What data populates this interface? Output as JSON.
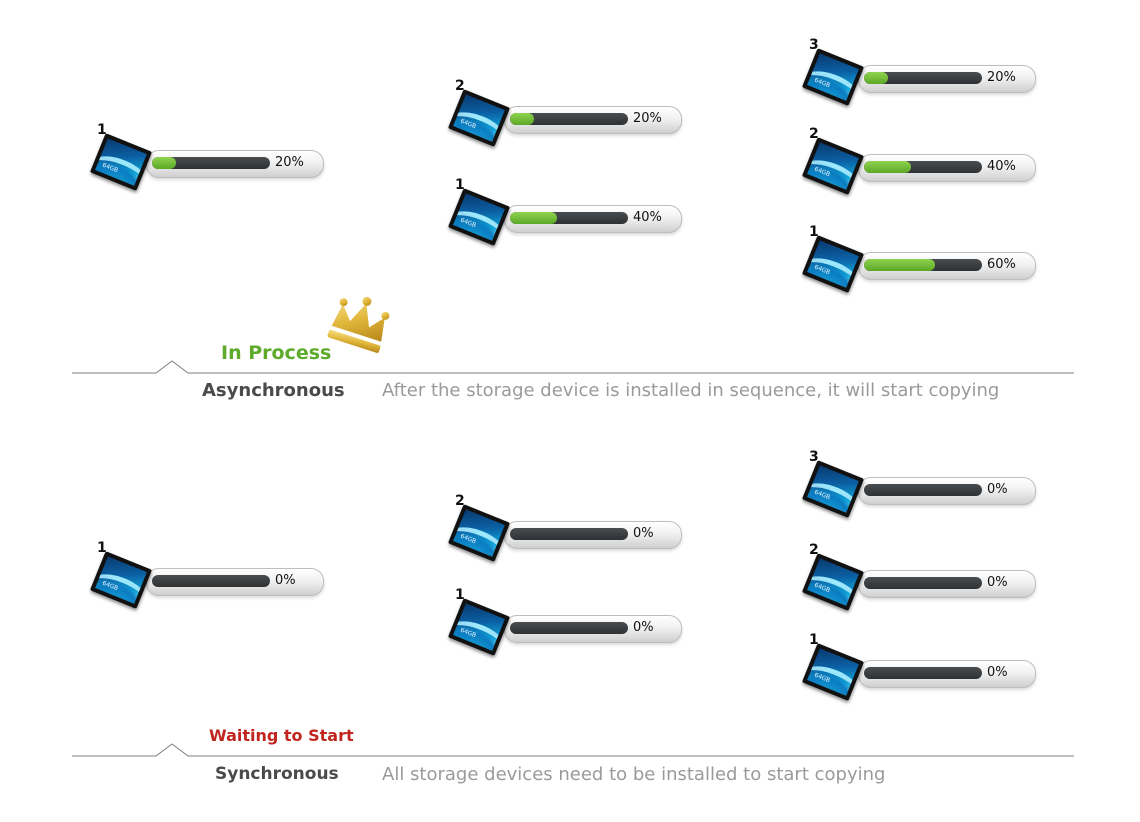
{
  "colors": {
    "progress_fill": "#6cbb34",
    "progress_track": "#3a3d40",
    "in_process": "#5eaa2b",
    "waiting": "#c0251f",
    "mode_name": "#4a4a4a",
    "mode_desc": "#9a9a9a"
  },
  "card_label": "64GB",
  "asynchronous": {
    "status_label": "In Process",
    "status_icon": "crown-icon",
    "mode_name": "Asynchronous",
    "description": "After the storage device is installed in sequence, it will start copying",
    "columns": [
      [
        {
          "number": "1",
          "percent_text": "20%",
          "progress": 0.2
        }
      ],
      [
        {
          "number": "2",
          "percent_text": "20%",
          "progress": 0.2
        },
        {
          "number": "1",
          "percent_text": "40%",
          "progress": 0.4
        }
      ],
      [
        {
          "number": "3",
          "percent_text": "20%",
          "progress": 0.2
        },
        {
          "number": "2",
          "percent_text": "40%",
          "progress": 0.4
        },
        {
          "number": "1",
          "percent_text": "60%",
          "progress": 0.6
        }
      ]
    ]
  },
  "synchronous": {
    "status_label": "Waiting to Start",
    "mode_name": "Synchronous",
    "description": "All storage devices need to be installed to start copying",
    "columns": [
      [
        {
          "number": "1",
          "percent_text": "0%",
          "progress": 0
        }
      ],
      [
        {
          "number": "2",
          "percent_text": "0%",
          "progress": 0
        },
        {
          "number": "1",
          "percent_text": "0%",
          "progress": 0
        }
      ],
      [
        {
          "number": "3",
          "percent_text": "0%",
          "progress": 0
        },
        {
          "number": "2",
          "percent_text": "0%",
          "progress": 0
        },
        {
          "number": "1",
          "percent_text": "0%",
          "progress": 0
        }
      ]
    ]
  }
}
